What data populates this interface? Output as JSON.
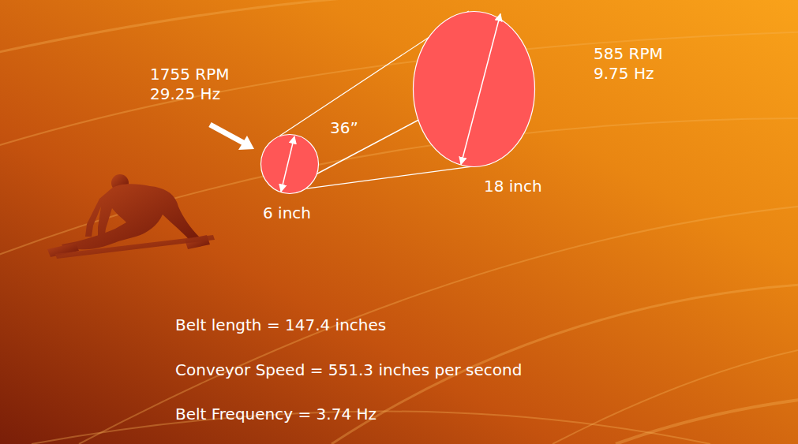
{
  "diagram": {
    "nodes": [
      {
        "text": [
          "1755 RPM",
          "29.25 Hz",
          "6 inch"
        ]
      },
      {
        "text": [
          "585 RPM",
          "9.75 Hz",
          "18 inch"
        ]
      }
    ],
    "edges": [
      {
        "from": 0,
        "to": 1,
        "arrow": "none"
      },
      {
        "from": 0,
        "to": 1,
        "arrow": "none"
      }
    ],
    "labels": [
      "36”",
      "Belt length = 147.4 inches",
      "Conveyor Speed = 551.3 inches per second",
      "Belt Frequency = 3.74 Hz"
    ]
  }
}
